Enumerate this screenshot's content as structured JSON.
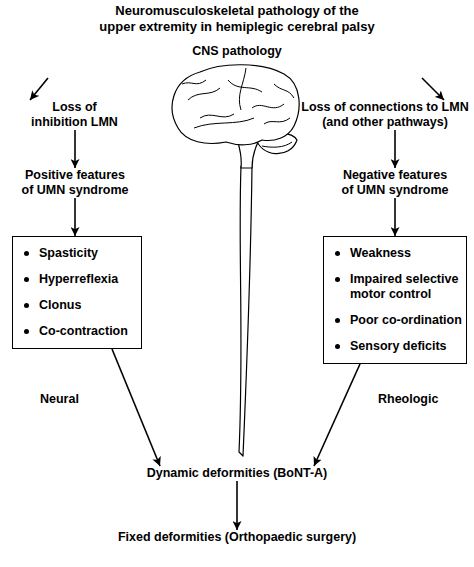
{
  "diagram": {
    "title": "Neuromusculoskeletal pathology of the upper extremity in hemiplegic cerebral palsy",
    "nodes": [
      {
        "text": [
          "CNS pathology"
        ]
      },
      {
        "text": [
          "Loss of inhibition LMN"
        ]
      },
      {
        "text": [
          "Loss of connections to LMN (and other pathways)"
        ]
      },
      {
        "text": [
          "Positive features of UMN syndrome"
        ]
      },
      {
        "text": [
          "Negative features of UMN syndrome"
        ]
      },
      {
        "text": [
          "Spasticity",
          "Hyperreflexia",
          "Clonus",
          "Co-contraction"
        ]
      },
      {
        "text": [
          "Weakness",
          "Impaired selective motor control",
          "Poor co-ordination",
          "Sensory deficits"
        ]
      },
      {
        "text": [
          "Dynamic deformities (BoNT-A)"
        ]
      },
      {
        "text": [
          "Fixed deformities (Orthopaedic surgery)"
        ]
      }
    ],
    "edges": [
      {
        "from": 0,
        "to": 1,
        "arrow": "to"
      },
      {
        "from": 0,
        "to": 2,
        "arrow": "to"
      },
      {
        "from": 1,
        "to": 3,
        "arrow": "to"
      },
      {
        "from": 2,
        "to": 4,
        "arrow": "to"
      },
      {
        "from": 3,
        "to": 5,
        "arrow": "to"
      },
      {
        "from": 4,
        "to": 6,
        "arrow": "to"
      },
      {
        "from": 5,
        "to": 7,
        "label": "Neural",
        "arrow": "to"
      },
      {
        "from": 6,
        "to": 7,
        "label": "Rheologic",
        "arrow": "to"
      },
      {
        "from": 7,
        "to": 8,
        "arrow": "to"
      }
    ]
  }
}
